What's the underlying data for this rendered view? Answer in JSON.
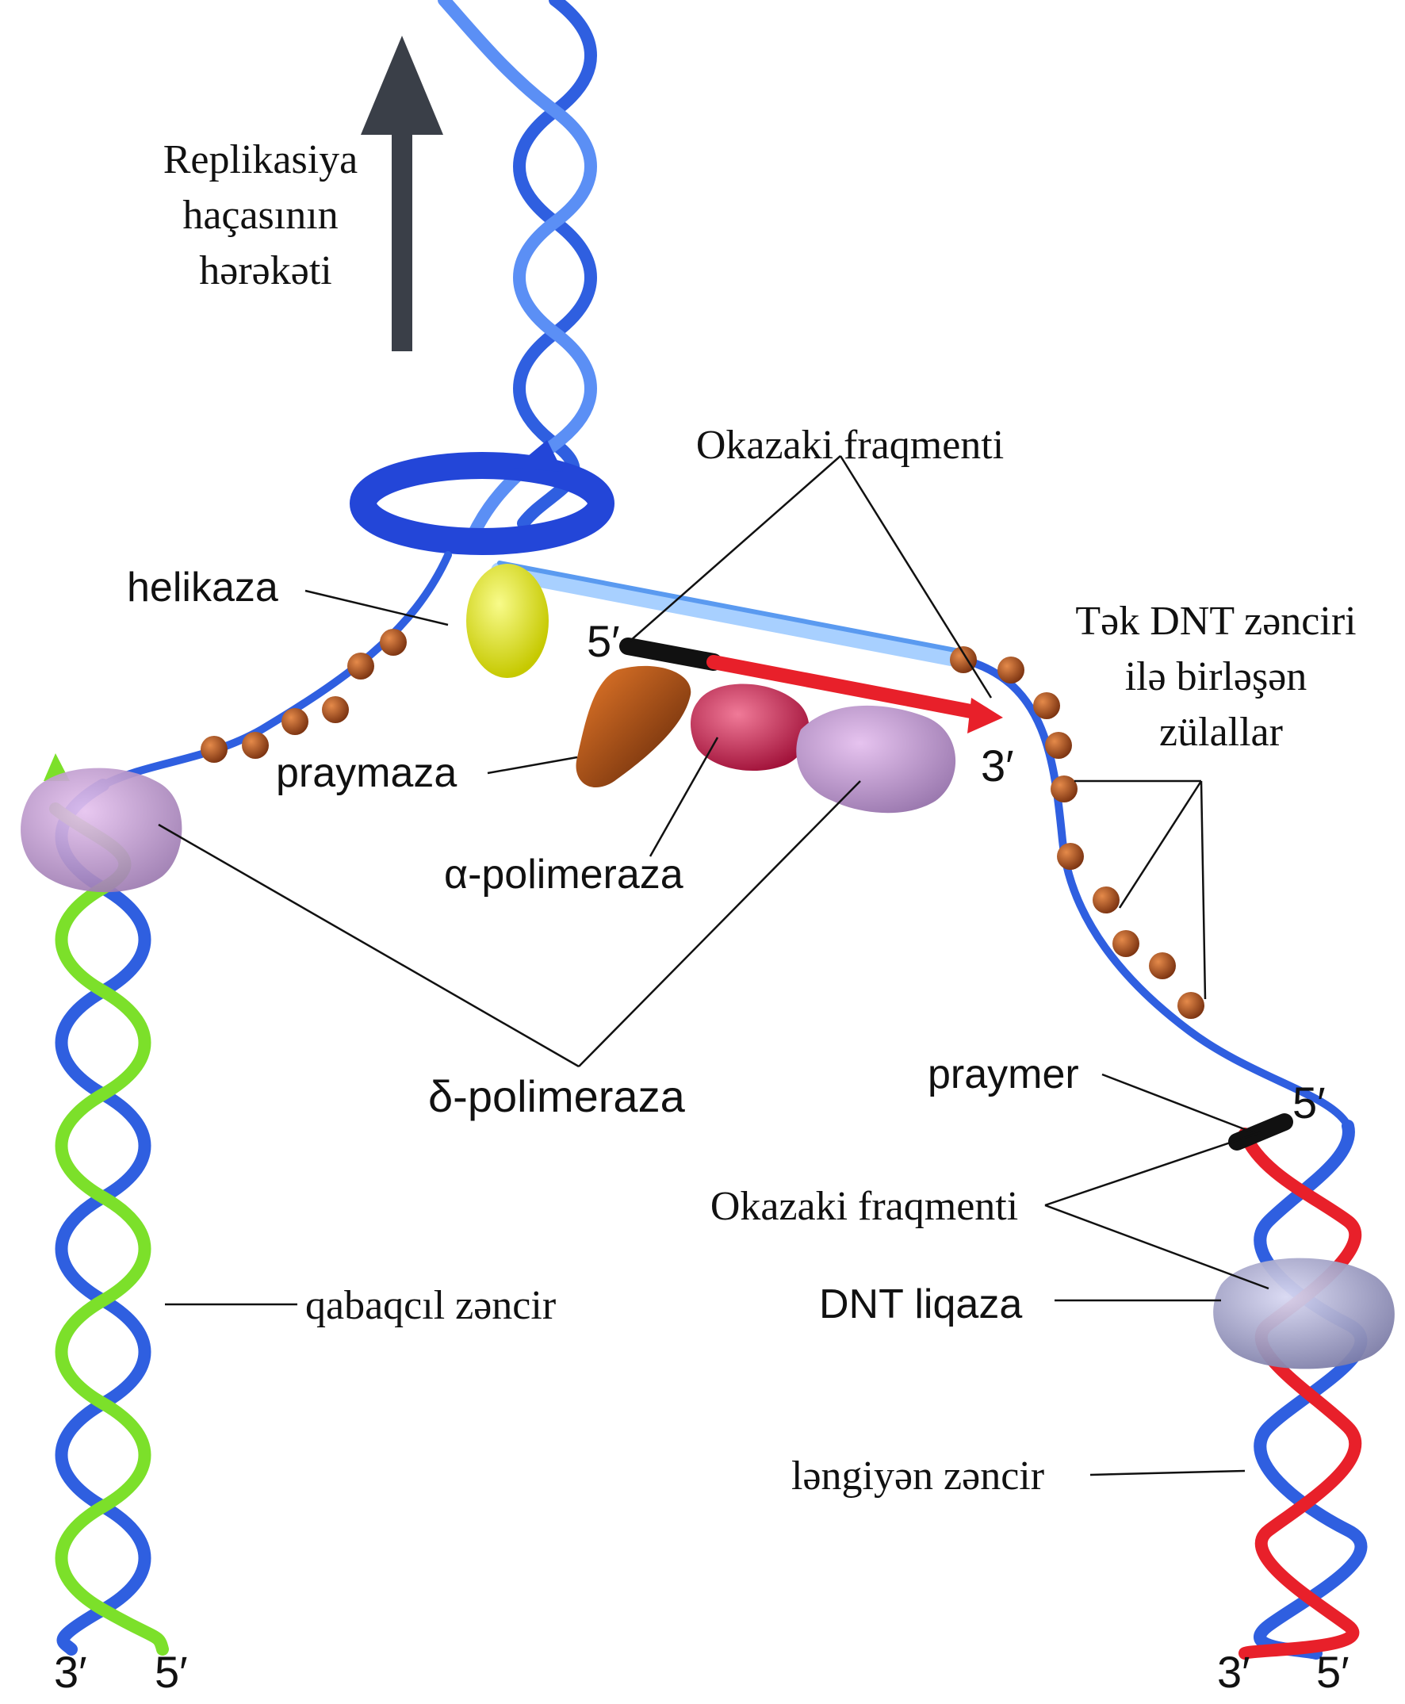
{
  "labels": {
    "fork_motion": [
      "Replikasiya",
      "haçasının",
      "hərəkəti"
    ],
    "okazaki_top": "Okazaki fraqmenti",
    "helicase": "helikaza",
    "single_strand_proteins": [
      "Tək DNT zənciri",
      "ilə birləşən",
      "zülallar"
    ],
    "primase": "praymaza",
    "alpha_polymerase": "α-polimeraza",
    "delta_polymerase": "δ-polimeraza",
    "primer": "praymer",
    "okazaki_bottom": "Okazaki fraqmenti",
    "ligase": "DNT liqaza",
    "leading_strand": "qabaqcıl zəncir",
    "lagging_strand": "ləngiyən zəncir"
  },
  "ends": {
    "okazaki_5": "5′",
    "okazaki_3": "3′",
    "right_primer_5": "5′",
    "left_3": "3′",
    "left_5": "5′",
    "right_3": "3′",
    "right_5": "5′"
  },
  "colors": {
    "parent_strand": "#2f5fe0",
    "parent_strand_light": "#6aa8ff",
    "leading_new": "#7ce02a",
    "lagging_new": "#e8202a",
    "primer": "#111111",
    "helicase": "#e6ea2a",
    "ssb": "#b4521c",
    "primase": "#c85a18",
    "alpha_polymerase": "#d8305a",
    "delta_polymerase": "#c898d8",
    "ligase": "#a8a8d8",
    "arrow": "#3a3f48"
  },
  "icons": {
    "fork_arrow": "up-arrow-icon",
    "helicase_rotation": "rotation-arrow-icon"
  }
}
